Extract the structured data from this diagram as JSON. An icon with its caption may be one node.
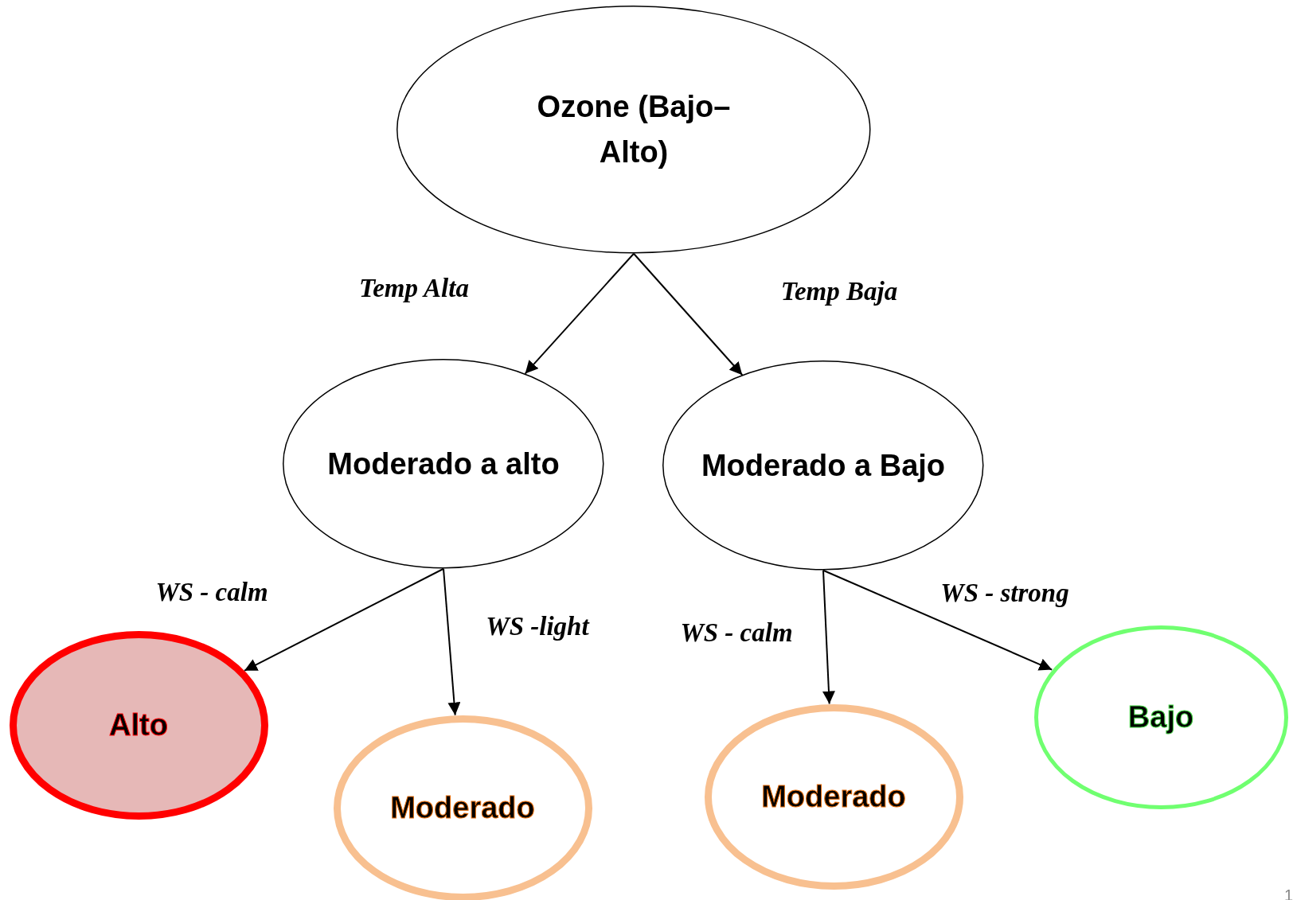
{
  "diagram": {
    "nodes": [
      {
        "text": [
          "Ozone (Bajo–Alto)"
        ]
      },
      {
        "text": [
          "Moderado a alto"
        ]
      },
      {
        "text": [
          "Moderado a Bajo"
        ]
      },
      {
        "text": [
          "Alto"
        ]
      },
      {
        "text": [
          "Moderado"
        ]
      },
      {
        "text": [
          "Moderado"
        ]
      },
      {
        "text": [
          "Bajo"
        ]
      }
    ],
    "edges": [
      {
        "from": 0,
        "to": 1,
        "arrow": "to",
        "label": "Temp Alta"
      },
      {
        "from": 0,
        "to": 2,
        "arrow": "to",
        "label": "Temp Baja"
      },
      {
        "from": 1,
        "to": 3,
        "arrow": "to",
        "label": "WS - calm"
      },
      {
        "from": 1,
        "to": 4,
        "arrow": "to",
        "label": "WS -light"
      },
      {
        "from": 2,
        "to": 5,
        "arrow": "to",
        "label": "WS - calm"
      },
      {
        "from": 2,
        "to": 6,
        "arrow": "to",
        "label": "WS - strong"
      }
    ],
    "labels": [
      "1"
    ]
  }
}
